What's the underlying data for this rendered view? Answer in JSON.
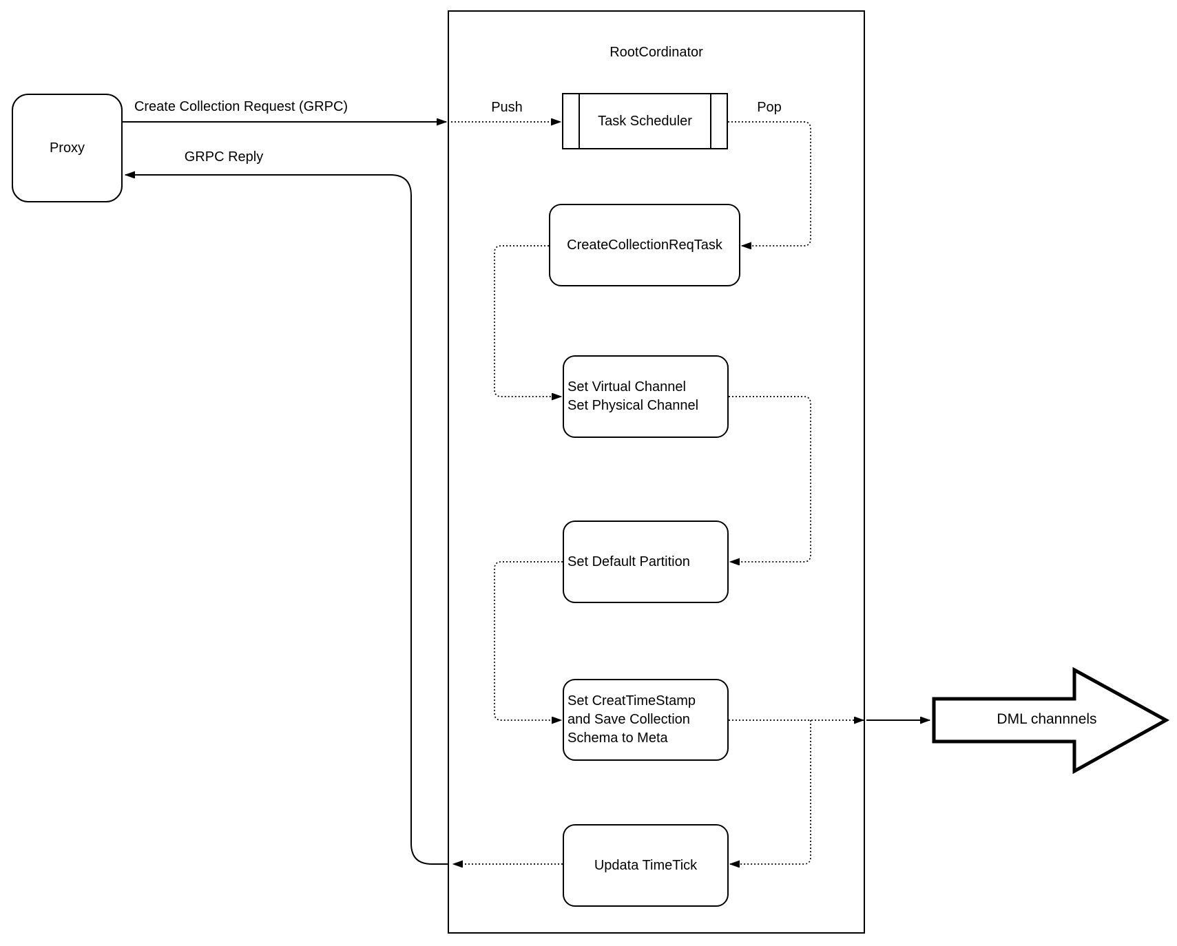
{
  "diagram": {
    "proxy_label": "Proxy",
    "root_title": "RootCordinator",
    "task_scheduler_label": "Task Scheduler",
    "create_collection_req_task_label": "CreateCollectionReqTask",
    "set_virtual_channel_line1": "Set Virtual Channel",
    "set_virtual_channel_line2": "Set Physical Channel",
    "set_default_partition_label": "Set Default Partition",
    "set_creat_timestamp_line1": "Set CreatTimeStamp",
    "set_creat_timestamp_line2": "and Save Collection",
    "set_creat_timestamp_line3": "Schema to Meta",
    "updata_timetick_label": "Updata TimeTick",
    "dml_channels_label": "DML channnels",
    "edge_labels": {
      "create_collection_request": "Create Collection Request (GRPC)",
      "grpc_reply": "GRPC Reply",
      "push": "Push",
      "pop": "Pop"
    },
    "colors": {
      "stroke": "#000000",
      "background": "#ffffff"
    }
  }
}
